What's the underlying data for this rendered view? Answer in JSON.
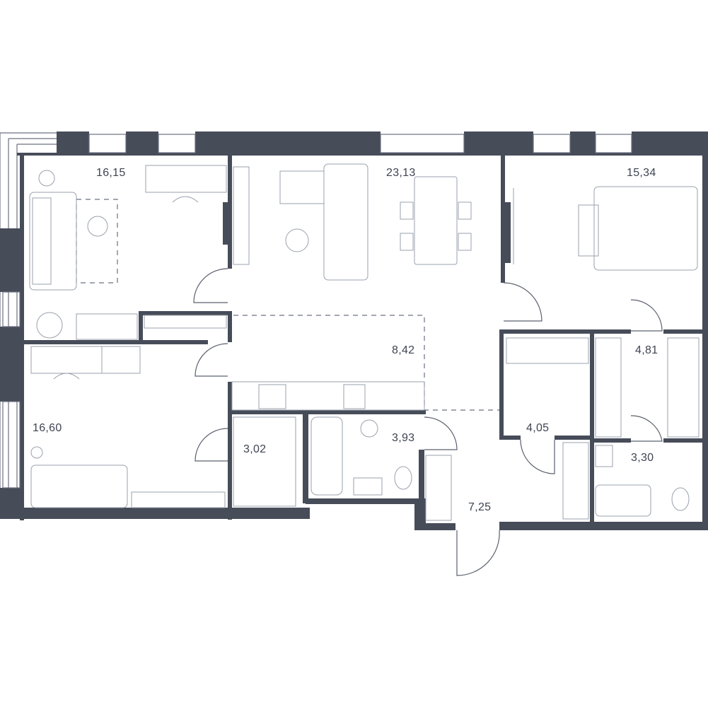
{
  "plan": {
    "rooms": [
      {
        "id": "room-living-west",
        "area": "16,15"
      },
      {
        "id": "room-living-kitchen",
        "area": "23,13"
      },
      {
        "id": "room-bedroom-east",
        "area": "15,34"
      },
      {
        "id": "room-hall",
        "area": "8,42"
      },
      {
        "id": "room-bedroom-west",
        "area": "16,60"
      },
      {
        "id": "room-closet-west",
        "area": "3,02"
      },
      {
        "id": "room-bathroom-main",
        "area": "3,93"
      },
      {
        "id": "room-wardrobe-east",
        "area": "4,81"
      },
      {
        "id": "room-wardrobe-mid",
        "area": "4,05"
      },
      {
        "id": "room-bathroom-east",
        "area": "3,30"
      },
      {
        "id": "room-entrance",
        "area": "7,25"
      }
    ],
    "colors": {
      "wall": "#474c59",
      "line": "#6b7080",
      "furniture": "#9aa0ac",
      "background": "#ffffff"
    }
  }
}
